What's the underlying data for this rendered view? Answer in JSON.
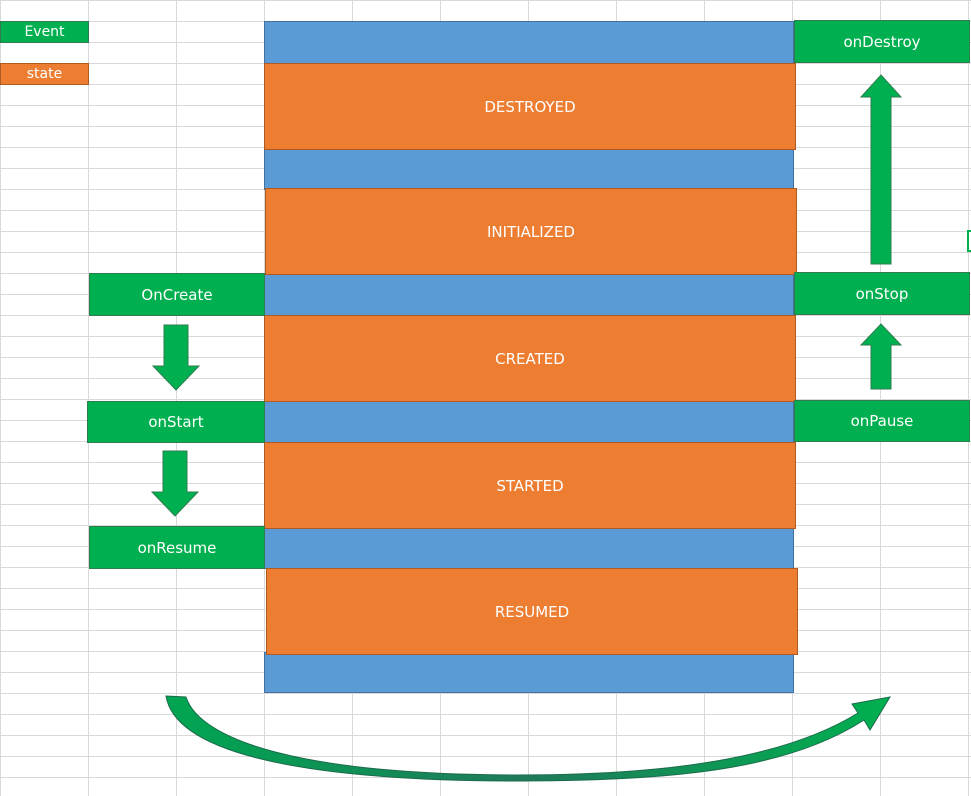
{
  "legend": {
    "event_label": "Event",
    "state_label": "state"
  },
  "states": {
    "destroyed": "DESTROYED",
    "initialized": "INITIALIZED",
    "created": "CREATED",
    "started": "STARTED",
    "resumed": "RESUMED"
  },
  "events": {
    "on_create": "OnCreate",
    "on_start": "onStart",
    "on_resume": "onResume",
    "on_pause": "onPause",
    "on_stop": "onStop",
    "on_destroy": "onDestroy"
  },
  "colors": {
    "event": "#00b050",
    "state": "#ed7d31",
    "band": "#5b9bd5",
    "arrow": "#00b050"
  }
}
